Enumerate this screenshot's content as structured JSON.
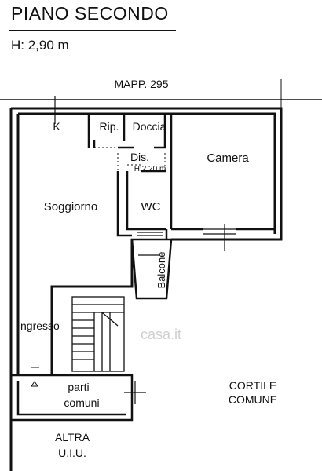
{
  "title": "PIANO SECONDO",
  "height_label": "H: 2,90 m",
  "parcel_label": "MAPP. 295",
  "rooms": {
    "kitchen": "K",
    "storage": "Rip.",
    "shower": "Doccia",
    "hall": "Dis.",
    "hall_height": "H:2,20 m",
    "bedroom": "Camera",
    "living": "Soggiorno",
    "wc": "WC",
    "balcony": "Balcone",
    "entrance": "ngresso",
    "common_line1": "parti",
    "common_line2": "comuni",
    "courtyard_line1": "CORTILE",
    "courtyard_line2": "COMUNE",
    "other_line1": "ALTRA",
    "other_line2": "U.I.U."
  },
  "watermark": "casa.it"
}
